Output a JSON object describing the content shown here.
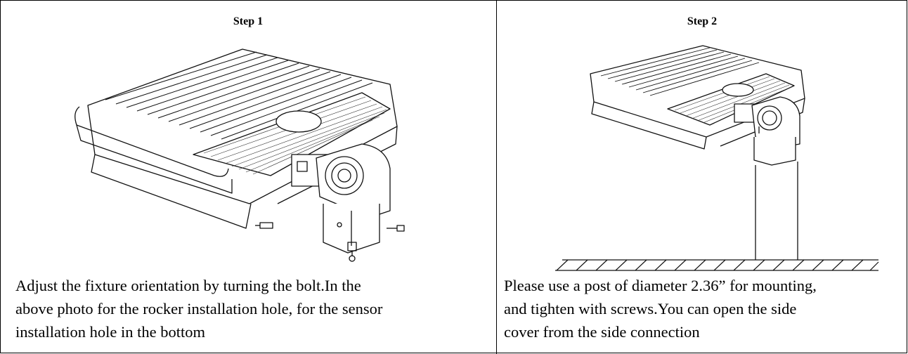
{
  "step1": {
    "title": "Step 1",
    "caption_lines": [
      "Adjust the fixture orientation by turning the bolt.In the",
      "above photo for the rocker installation hole, for the sensor",
      "installation hole in the bottom"
    ]
  },
  "step2": {
    "title": "Step 2",
    "caption_lines": [
      "Please use a post of diameter 2.36” for mounting,",
      "and tighten with screws.You can open the side",
      "cover from the side connection"
    ]
  }
}
